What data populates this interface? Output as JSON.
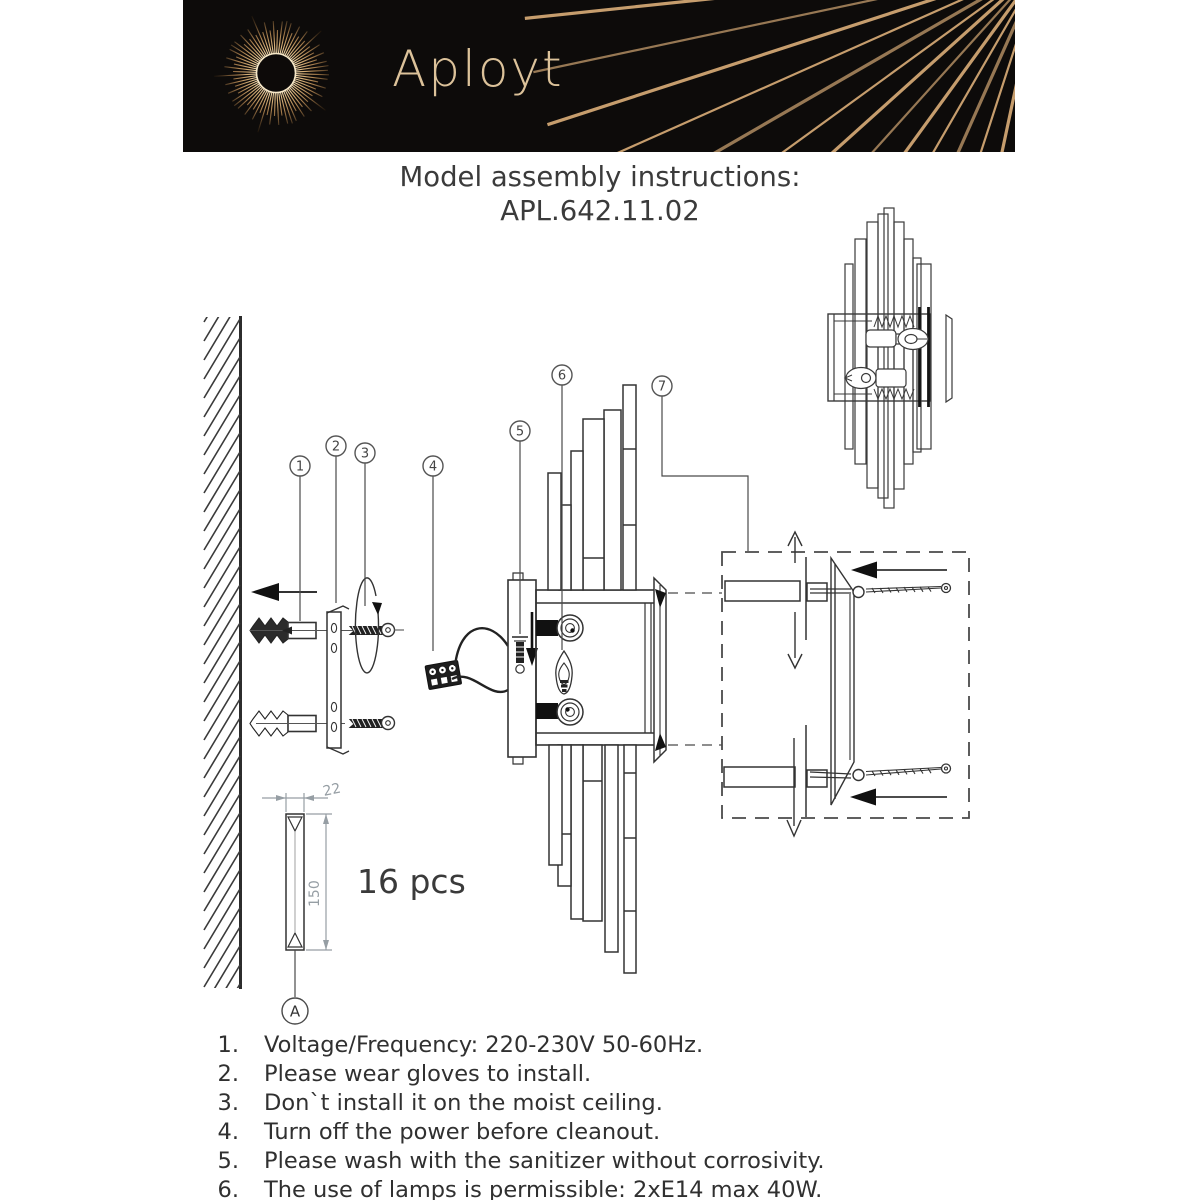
{
  "brand": {
    "name": "Aployt"
  },
  "title": {
    "line1": "Model assembly instructions:",
    "line2": "APL.642.11.02"
  },
  "colors": {
    "header_bg": "#0d0b0a",
    "gold": "#c69d6d",
    "gold_bright": "#f3dfb6",
    "gold_text": "#dcc29a",
    "ink": "#303030",
    "line": "#333333",
    "dim_gray": "#969ea4"
  },
  "diagram": {
    "callouts": [
      "1",
      "2",
      "3",
      "4",
      "5",
      "6",
      "7"
    ],
    "rod_detail": {
      "label": "A",
      "width_mm": "22",
      "height_mm": "150",
      "quantity": "16 pcs"
    }
  },
  "instructions": {
    "items": [
      {
        "num": "1.",
        "text": "Voltage/Frequency: 220-230V 50-60Hz."
      },
      {
        "num": "2.",
        "text": "Please wear gloves to install."
      },
      {
        "num": "3.",
        "text": "Don`t install it on the moist ceiling."
      },
      {
        "num": "4.",
        "text": "Turn off the power before cleanout."
      },
      {
        "num": "5.",
        "text": "Please wash with the sanitizer without corrosivity."
      },
      {
        "num": "6.",
        "text": "The use of lamps is permissible: 2xE14 max 40W."
      }
    ]
  }
}
